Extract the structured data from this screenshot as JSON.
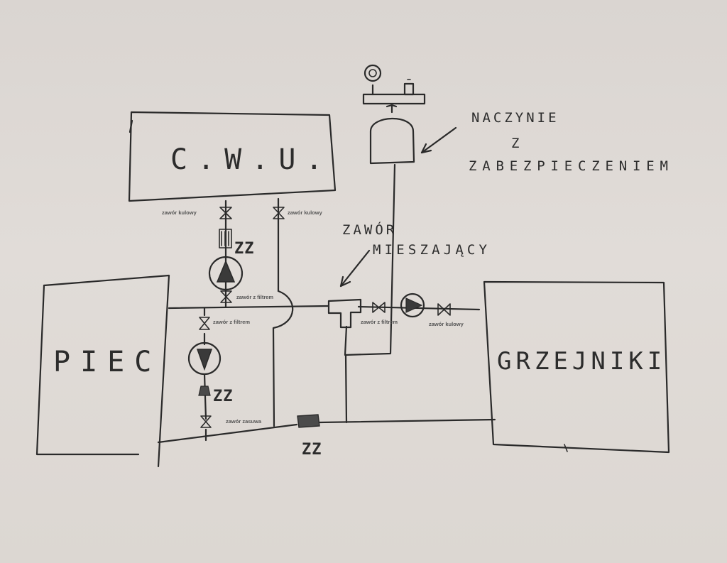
{
  "boxes": {
    "cwu": "C.W.U.",
    "piec": "PIEC",
    "grzejniki": "GRZEJNIKI"
  },
  "annotations": {
    "naczynie_line1": "NACZYNIE",
    "naczynie_line2": "Z",
    "naczynie_line3": "ZABEZPIECZENIEM",
    "zawor_line1": "ZAWÓR",
    "zawor_line2": "MIESZAJĄCY"
  },
  "valve_labels": {
    "kulowy_left": "zawór kulowy",
    "kulowy_right": "zawór kulowy",
    "filtr_upper": "zawór z filtrem",
    "filtr_lower": "zawór z filtrem",
    "filtr_right": "zawór z filtrem",
    "kulowy_far_right": "zawór kulowy",
    "zasuwa": "zawór zasuwa"
  },
  "check_valve_labels": {
    "upper": "ZZ",
    "lower": "ZZ",
    "bottom": "ZZ"
  },
  "colors": {
    "paper": "#dcd7d3",
    "ink": "#2a2a2a"
  }
}
